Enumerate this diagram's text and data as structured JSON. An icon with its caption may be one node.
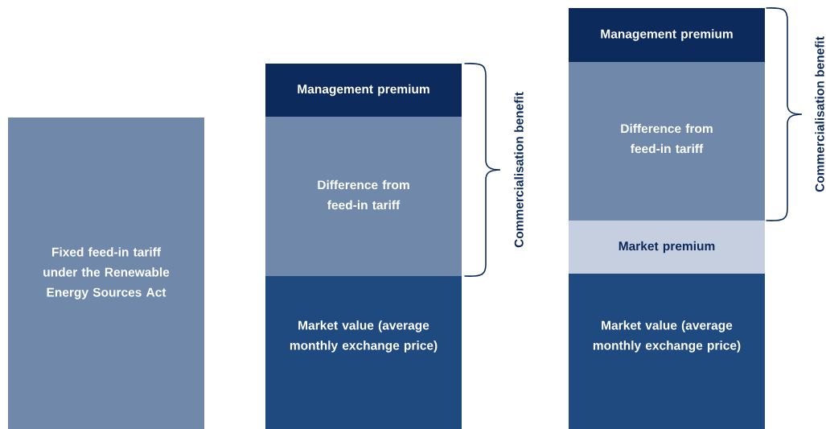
{
  "diagram": {
    "nodes": [
      {
        "text": [
          "Fixed feed-in tariff under the Renewable Energy Sources Act"
        ]
      },
      {
        "text": [
          "Management premium"
        ]
      },
      {
        "text": [
          "Difference from feed-in tariff"
        ]
      },
      {
        "text": [
          "Market value (average monthly exchange price)"
        ]
      },
      {
        "text": [
          "Management premium"
        ]
      },
      {
        "text": [
          "Difference from feed-in tariff"
        ]
      },
      {
        "text": [
          "Market premium"
        ]
      },
      {
        "text": [
          "Market value (average monthly exchange price)"
        ]
      }
    ],
    "labels": [
      "Commercialisation benefit",
      "Commercialisation benefit"
    ]
  }
}
